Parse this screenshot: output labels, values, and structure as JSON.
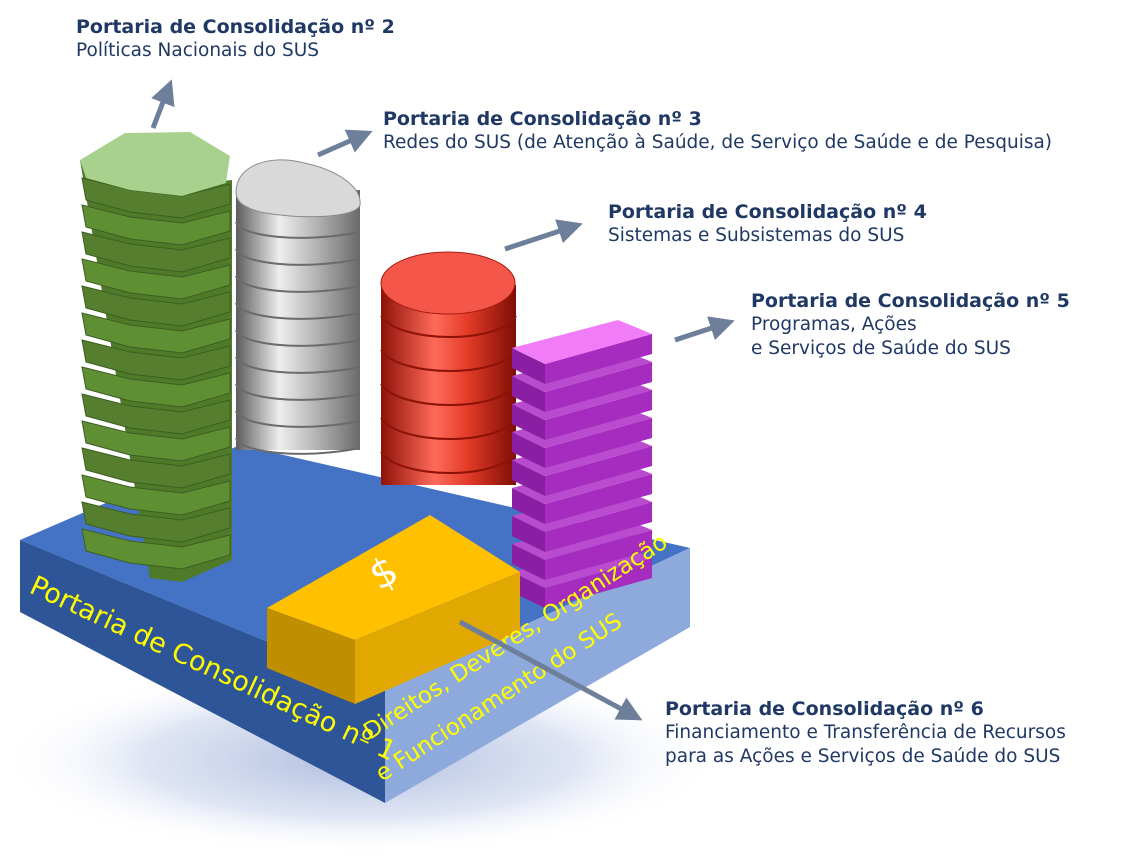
{
  "portarias": [
    {
      "title": "Portaria de Consolidação nº 2",
      "lines": [
        "Políticas Nacionais do SUS"
      ],
      "color": "#70ad47"
    },
    {
      "title": "Portaria de Consolidação nº 3",
      "lines": [
        "Redes do SUS (de Atenção à Saúde, de Serviço de Saúde e de Pesquisa)"
      ],
      "color": "#a6a6a6"
    },
    {
      "title": "Portaria de Consolidação nº 4",
      "lines": [
        "Sistemas e Subsistemas do SUS"
      ],
      "color": "#e8382b"
    },
    {
      "title": "Portaria de Consolidação nº 5",
      "lines": [
        "Programas, Ações",
        "e Serviços de Saúde do SUS"
      ],
      "color": "#b335c7"
    },
    {
      "title": "Portaria de Consolidação nº 6",
      "lines": [
        "Financiamento e Transferência de Recursos",
        "para as Ações e Serviços de Saúde do SUS"
      ],
      "color": "#ffc000"
    }
  ],
  "base": {
    "title": "Portaria de Consolidação nº 1",
    "lines": [
      "Direitos, Deveres, Organização",
      "e Funcionamento do SUS"
    ],
    "color": "#4472c4",
    "text_color": "#ffff00"
  },
  "money_symbol": "$",
  "text_color": "#1f3864",
  "arrow_color": "#6d7f9b"
}
